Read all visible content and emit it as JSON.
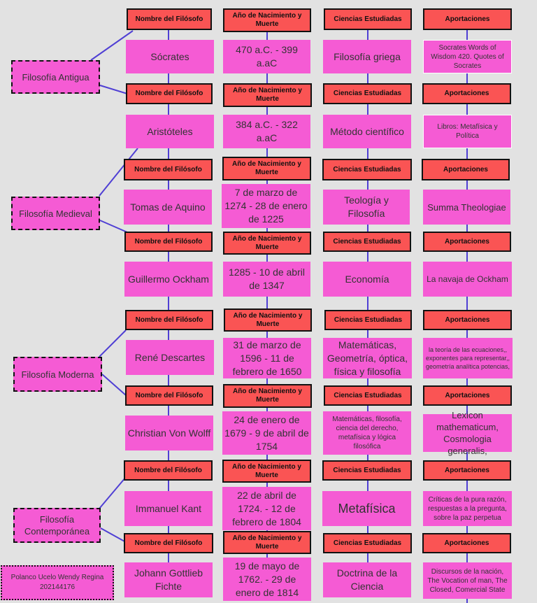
{
  "headers": {
    "name": "Nombre del Filósofo",
    "years": "Año de Nacimiento y Muerte",
    "sciences": "Ciencias Estudiadas",
    "contributions": "Aportaciones"
  },
  "eras": {
    "antigua": "Filosofía Antigua",
    "medieval": "Filosofía Medieval",
    "moderna": "Filosofía Moderna",
    "contemporanea": "Filosofía Contemporánea"
  },
  "philosophers": [
    {
      "name": "Sócrates",
      "years": "470 a.C. - 399 a.aC",
      "sciences": "Filosofía griega",
      "contributions": "Socrates Words of Wisdom 420. Quotes of Socrates"
    },
    {
      "name": "Aristóteles",
      "years": "384 a.C. - 322 a.aC",
      "sciences": "Método científico",
      "contributions": "Libros: Metafísica y Política"
    },
    {
      "name": "Tomas de Aquino",
      "years": "7 de marzo de 1274 - 28 de enero de 1225",
      "sciences": "Teología y Filosofía",
      "contributions": "Summa Theologiae"
    },
    {
      "name": "Guillermo Ockham",
      "years": "1285 - 10 de abril de 1347",
      "sciences": "Economía",
      "contributions": "La navaja de Ockham"
    },
    {
      "name": "René Descartes",
      "years": "31 de marzo de 1596 - 11 de febrero de 1650",
      "sciences": "Matemáticas, Geometría, óptica, física y filosofía",
      "contributions": "la teoría de las ecuaciones,, exponentes para representar,, geometría analítica potencias,"
    },
    {
      "name": "Christian Von Wolff",
      "years": "24 de enero de 1679 - 9 de abril de 1754",
      "sciences": "Matemáticas, filosofía, ciencia del derecho, metafísica y lógica filosófica",
      "contributions": "Lexicon mathematicum, Cosmologia generalis,"
    },
    {
      "name": "Immanuel Kant",
      "years": "22 de abril de 1724. - 12 de febrero de 1804",
      "sciences": "Metafísica",
      "contributions": "Críticas de la pura razón, respuestas a la pregunta, sobre la paz perpetua"
    },
    {
      "name": "Johann Gottlieb Fichte",
      "years": "19 de mayo de 1762. - 29 de enero de 1814",
      "sciences": "Doctrina de la Ciencia",
      "contributions": "Discursos de la nación, The Vocation of man, The Closed, Comercial State"
    }
  ],
  "author": {
    "name": "Polanco Ucelo Wendy Regina",
    "id": "202144176"
  },
  "colors": {
    "background": "#e2e2e2",
    "header": "#fa5454",
    "cell": "#f55bd4",
    "connector": "#4f3fd4"
  }
}
